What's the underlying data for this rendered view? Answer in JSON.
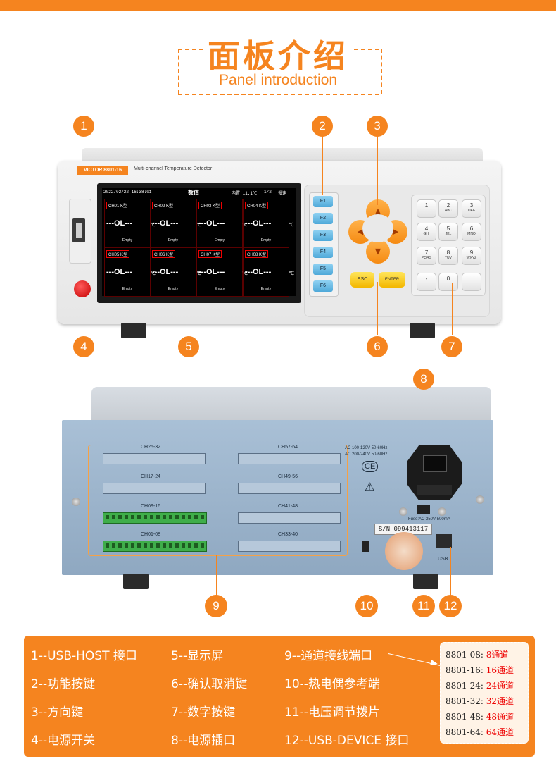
{
  "header": {
    "title_zh": "面板介绍",
    "title_en": "Panel introduction"
  },
  "front": {
    "brand": "VICTOR 8801-16",
    "model_desc": "Multi-channel Temperature Detector",
    "screen": {
      "datetime": "2022/02/22 16:38:01",
      "mode": "数值",
      "internal": "内置 11.1℃",
      "page": "1/2",
      "speed": "慢速",
      "channels": [
        {
          "tag": "CH01 K型",
          "value": "---OL---",
          "unit": "℃",
          "status": "Empty"
        },
        {
          "tag": "CH02 K型",
          "value": "---OL---",
          "unit": "℃",
          "status": "Empty"
        },
        {
          "tag": "CH03 K型",
          "value": "---OL---",
          "unit": "℃",
          "status": "Empty"
        },
        {
          "tag": "CH04 K型",
          "value": "---OL---",
          "unit": "℃",
          "status": "Empty"
        },
        {
          "tag": "CH05 K型",
          "value": "---OL---",
          "unit": "℃",
          "status": "Empty"
        },
        {
          "tag": "CH06 K型",
          "value": "---OL---",
          "unit": "℃",
          "status": "Empty"
        },
        {
          "tag": "CH07 K型",
          "value": "---OL---",
          "unit": "℃",
          "status": "Empty"
        },
        {
          "tag": "CH08 K型",
          "value": "---OL---",
          "unit": "℃",
          "status": "Empty"
        }
      ]
    },
    "fkeys": [
      "F1",
      "F2",
      "F3",
      "F4",
      "F5",
      "F6"
    ],
    "esc": "ESC",
    "enter": "ENTER",
    "numpad": [
      {
        "n": "1",
        "s": ""
      },
      {
        "n": "2",
        "s": "ABC"
      },
      {
        "n": "3",
        "s": "DEF"
      },
      {
        "n": "4",
        "s": "GHI"
      },
      {
        "n": "5",
        "s": "JKL"
      },
      {
        "n": "6",
        "s": "MNO"
      },
      {
        "n": "7",
        "s": "PQRS"
      },
      {
        "n": "8",
        "s": "TUV"
      },
      {
        "n": "9",
        "s": "WXYZ"
      },
      {
        "n": "-",
        "s": ""
      },
      {
        "n": "0",
        "s": ""
      },
      {
        "n": ".",
        "s": ""
      }
    ]
  },
  "rear": {
    "slots_left": [
      "CH25-32",
      "CH17-24",
      "CH09-16",
      "CH01-08"
    ],
    "slots_right": [
      "CH57-64",
      "CH49-56",
      "CH41-48",
      "CH33-40"
    ],
    "voltage1": "AC 100-120V 50-60Hz",
    "voltage2": "AC 200-240V 50-60Hz",
    "ce": "CE",
    "fuse": "Fuse:AC 250V 500mA",
    "sn": "S/N 099413117",
    "usb": "USB"
  },
  "callouts": [
    "1",
    "2",
    "3",
    "4",
    "5",
    "6",
    "7",
    "8",
    "9",
    "10",
    "11",
    "12"
  ],
  "legend": {
    "items": [
      "1--USB-HOST 接口",
      "2--功能按键",
      "3--方向键",
      "4--电源开关",
      "5--显示屏",
      "6--确认取消键",
      "7--数字按键",
      "8--电源插口",
      "9--通道接线端口",
      "10--热电偶参考端",
      "11--电压调节拨片",
      "12--USB-DEVICE 接口"
    ],
    "variants": [
      {
        "model": "8801-08:",
        "ch": "8通道"
      },
      {
        "model": "8801-16:",
        "ch": "16通道"
      },
      {
        "model": "8801-24:",
        "ch": "24通道"
      },
      {
        "model": "8801-32:",
        "ch": "32通道"
      },
      {
        "model": "8801-48:",
        "ch": "48通道"
      },
      {
        "model": "8801-64:",
        "ch": "64通道"
      }
    ]
  },
  "colors": {
    "accent": "#f5841f",
    "screen_bg": "#000000",
    "channel_tag_border": "#e00000"
  }
}
